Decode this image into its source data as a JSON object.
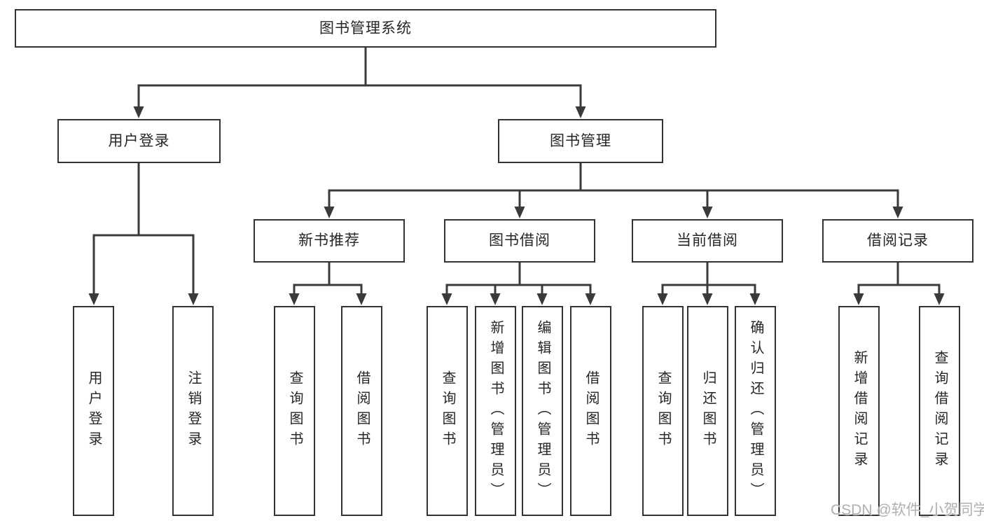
{
  "diagram": {
    "root": {
      "label": "图书管理系统"
    },
    "branches": [
      {
        "label": "用户登录",
        "children": [
          {
            "label": "用户登录"
          },
          {
            "label": "注销登录"
          }
        ]
      },
      {
        "label": "图书管理",
        "children": [
          {
            "label": "新书推荐",
            "children": [
              {
                "label": "查询图书"
              },
              {
                "label": "借阅图书"
              }
            ]
          },
          {
            "label": "图书借阅",
            "children": [
              {
                "label": "查询图书"
              },
              {
                "label": "新增图书（管理员）"
              },
              {
                "label": "编辑图书（管理员）"
              },
              {
                "label": "借阅图书"
              }
            ]
          },
          {
            "label": "当前借阅",
            "children": [
              {
                "label": "查询图书"
              },
              {
                "label": "归还图书"
              },
              {
                "label": "确认归还（管理员）"
              }
            ]
          },
          {
            "label": "借阅记录",
            "children": [
              {
                "label": "新增借阅记录"
              },
              {
                "label": "查询借阅记录"
              }
            ]
          }
        ]
      }
    ]
  },
  "watermark": {
    "text": "CSDN @软件_小贺同学"
  },
  "colors": {
    "line": "#3a3a3a",
    "box_border": "#333333",
    "box_fill": "#ffffff",
    "text": "#262626",
    "watermark": "#b0b0b0",
    "background": "#ffffff"
  }
}
